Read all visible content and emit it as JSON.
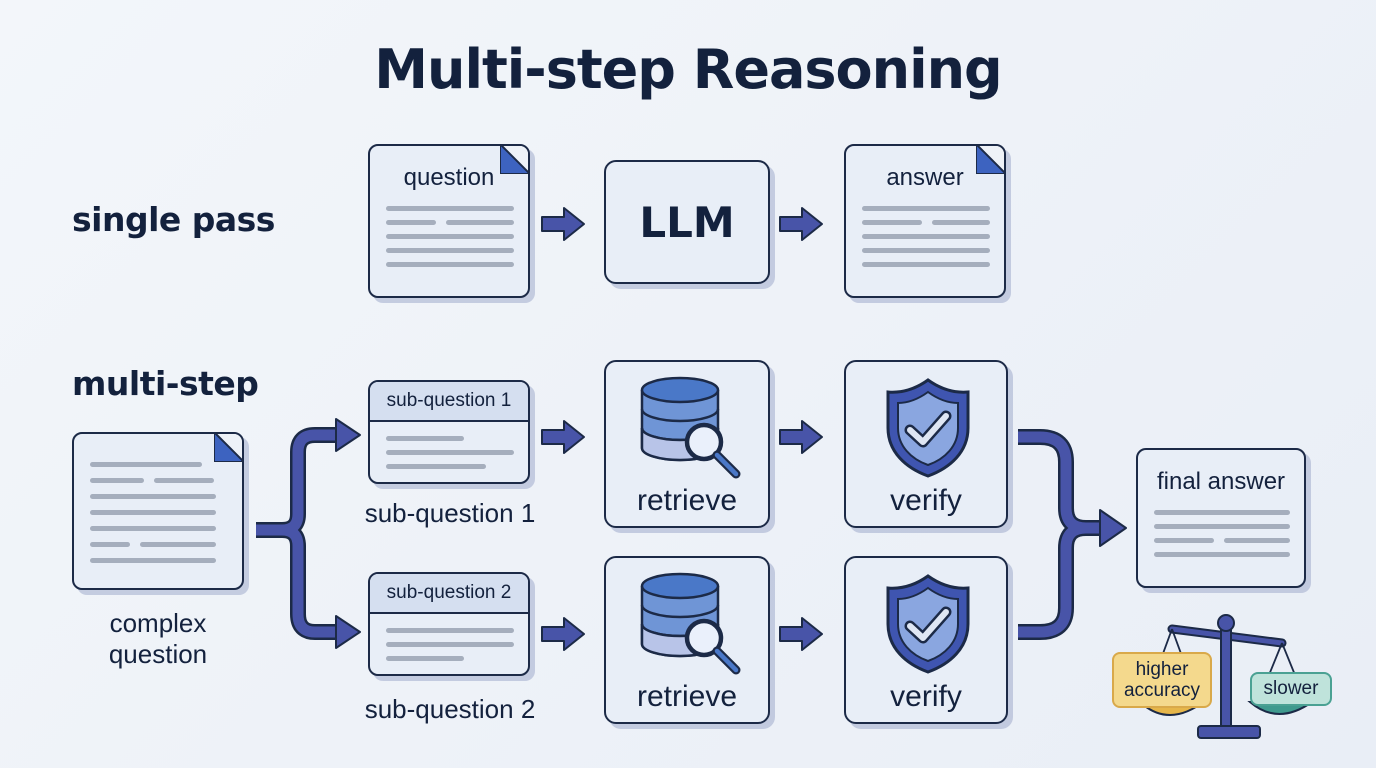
{
  "title": "Multi-step Reasoning",
  "single_pass": {
    "label": "single pass",
    "question": "question",
    "model": "LLM",
    "answer": "answer"
  },
  "multi_step": {
    "label": "multi-step",
    "complex_question": "complex\nquestion",
    "branches": [
      {
        "header": "sub-question 1",
        "caption": "sub-question 1",
        "retrieve": "retrieve",
        "verify": "verify"
      },
      {
        "header": "sub-question 2",
        "caption": "sub-question 2",
        "retrieve": "retrieve",
        "verify": "verify"
      }
    ],
    "final_answer": "final answer"
  },
  "tradeoff": {
    "left": "higher\naccuracy",
    "right": "slower"
  },
  "colors": {
    "arrow": "#4854a8",
    "box_fill": "#e8eef7",
    "outline": "#1c2a47",
    "db_blue": "#4a78c8",
    "shield": "#3f55b0",
    "accuracy_tag": "#f4d98d",
    "slower_tag": "#bfe3db"
  }
}
